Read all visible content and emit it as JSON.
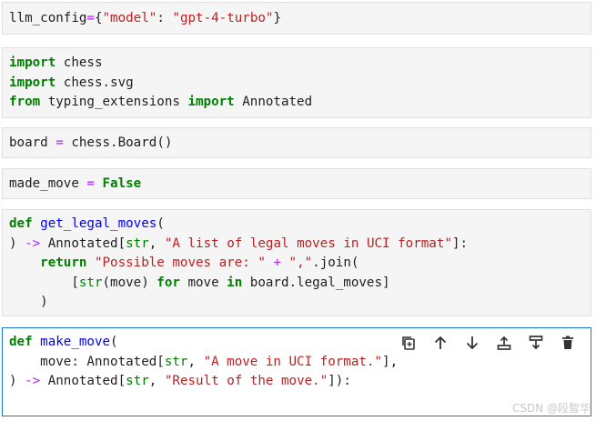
{
  "colors": {
    "cell_bg": "#f5f5f5",
    "active_border": "#1976d2",
    "keyword": "#008000",
    "string": "#ba2121",
    "function": "#0000ff",
    "operator": "#aa22ff"
  },
  "cells": {
    "c1": {
      "l1": [
        "llm_config",
        "=",
        "{",
        "\"model\"",
        ": ",
        "\"gpt-4-turbo\"",
        "}"
      ]
    },
    "c2": {
      "l1": [
        "import",
        " chess"
      ],
      "l2": [
        "import",
        " chess.svg"
      ],
      "l3": [
        "from",
        " typing_extensions ",
        "import",
        " Annotated"
      ]
    },
    "c3": {
      "l1": [
        "board ",
        "=",
        " chess.",
        "Board",
        "()"
      ]
    },
    "c4": {
      "l1": [
        "made_move ",
        "=",
        " ",
        "False"
      ]
    },
    "c5": {
      "l1": [
        "def",
        " ",
        "get_legal_moves",
        "("
      ],
      "l2": [
        ") ",
        "->",
        " Annotated",
        "[",
        "str",
        ", ",
        "\"A list of legal moves in UCI format\"",
        "]",
        ":"
      ],
      "l3": [
        "    ",
        "return",
        " ",
        "\"Possible moves are: \"",
        " ",
        "+",
        " ",
        "\",\"",
        ".join("
      ],
      "l4": [
        "        [",
        "str",
        "(move) ",
        "for",
        " move ",
        "in",
        " board.legal_moves",
        "]"
      ],
      "l5": [
        "    )"
      ]
    },
    "c6": {
      "l1": [
        "def",
        " ",
        "make_move",
        "("
      ],
      "l2": [
        "    move: Annotated",
        "[",
        "str",
        ", ",
        "\"A move in UCI format.\"",
        "]",
        ","
      ],
      "l3": [
        ") ",
        "->",
        " Annotated",
        "[",
        "str",
        ", ",
        "\"Result of the move.\"",
        "]",
        "):"
      ]
    }
  },
  "toolbar": {
    "icons": [
      "duplicate-icon",
      "move-up-icon",
      "move-down-icon",
      "insert-above-icon",
      "insert-below-icon",
      "delete-icon"
    ]
  },
  "watermark": "CSDN @段智华"
}
